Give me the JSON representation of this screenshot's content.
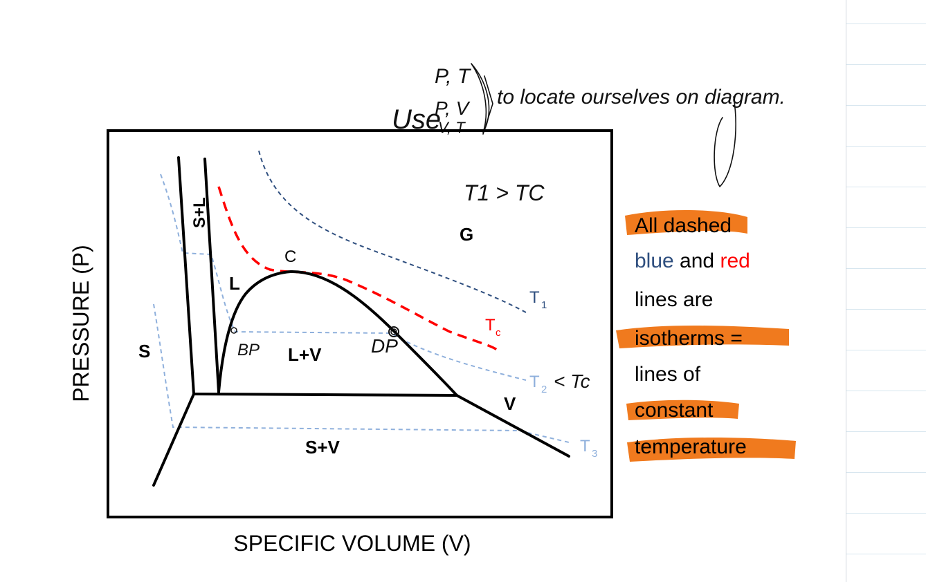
{
  "diagram": {
    "axis_y_label": "PRESSURE (P)",
    "axis_x_label": "SPECIFIC VOLUME (V)",
    "regions": {
      "solid": "S",
      "solid_liquid": "S+L",
      "liquid": "L",
      "liquid_vapor": "L+V",
      "vapor": "V",
      "gas": "G",
      "solid_vapor": "S+V",
      "critical_point": "C"
    },
    "isotherms": {
      "t1": "T",
      "t1_sub": "1",
      "tc": "T",
      "tc_sub": "c",
      "t2": "T",
      "t2_sub": "2",
      "t3": "T",
      "t3_sub": "3"
    },
    "colors": {
      "dark_blue": "#2f4f7f",
      "light_blue": "#8fb0dc",
      "red": "#ff0000",
      "highlight": "#f07a1e",
      "black": "#000000"
    }
  },
  "annotations": {
    "top_use": "Use",
    "pair1": "P, T",
    "pair2": "P, V",
    "pair3": "V, T",
    "to_locate": "to locate ourselves on diagram.",
    "t1_gt_tc": "T1 > TC",
    "bp": "BP",
    "dp": "DP",
    "t2_lt_tc": "< Tc"
  },
  "note": {
    "line1": "All dashed",
    "line2_blue": "blue",
    "line2_mid": " and ",
    "line2_red": "red",
    "line3": "lines are",
    "line4": "isotherms =",
    "line5": "lines of",
    "line6": "constant",
    "line7": "temperature"
  }
}
